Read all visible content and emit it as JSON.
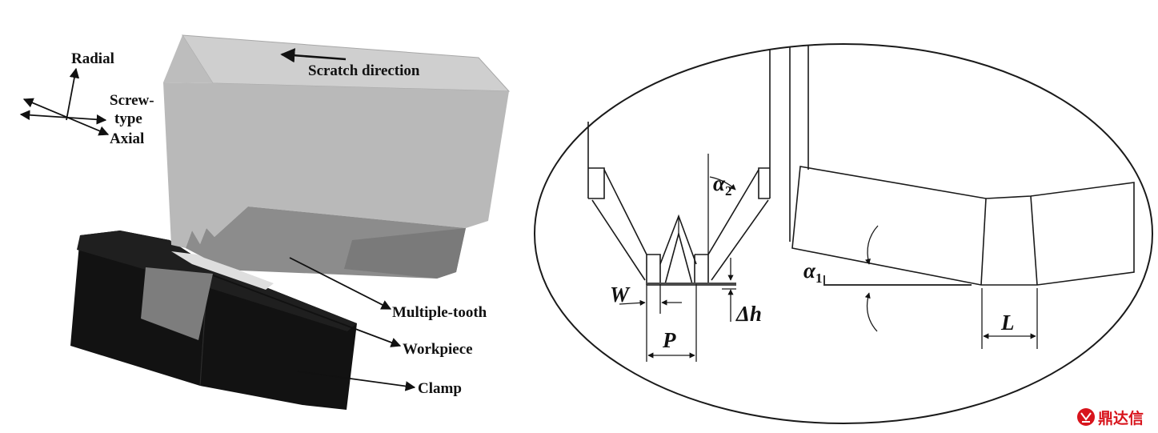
{
  "left_figure": {
    "axes": {
      "radial_label": "Radial",
      "screw_type_label": [
        "Screw-",
        "type"
      ],
      "axial_label": "Axial"
    },
    "scratch_direction_label": "Scratch direction",
    "callouts": {
      "multiple_tooth": "Multiple-tooth",
      "workpiece": "Workpiece",
      "clamp": "Clamp"
    }
  },
  "right_figure": {
    "alpha2": {
      "symbol": "α",
      "subscript": "2"
    },
    "tooth_width": "W",
    "pitch": "P",
    "height_difference": "Δh",
    "alpha1": {
      "symbol": "α",
      "subscript": "1"
    },
    "length": "L"
  },
  "watermark": {
    "text": "鼎达信"
  },
  "colors": {
    "tool_top": "#cfcfcf",
    "tool_bevel": "#bdbdbd",
    "tool_front": "#b9b9b9",
    "multiple_tooth": "#8c8c8c",
    "multiple_tooth_shadow": "#7a7a7a",
    "workpiece": "#7d7d7d",
    "clamp": "#121212",
    "clamp_top": "#1f1f1f",
    "gap_strip": "#dedede",
    "watermark": "#d8141c"
  }
}
